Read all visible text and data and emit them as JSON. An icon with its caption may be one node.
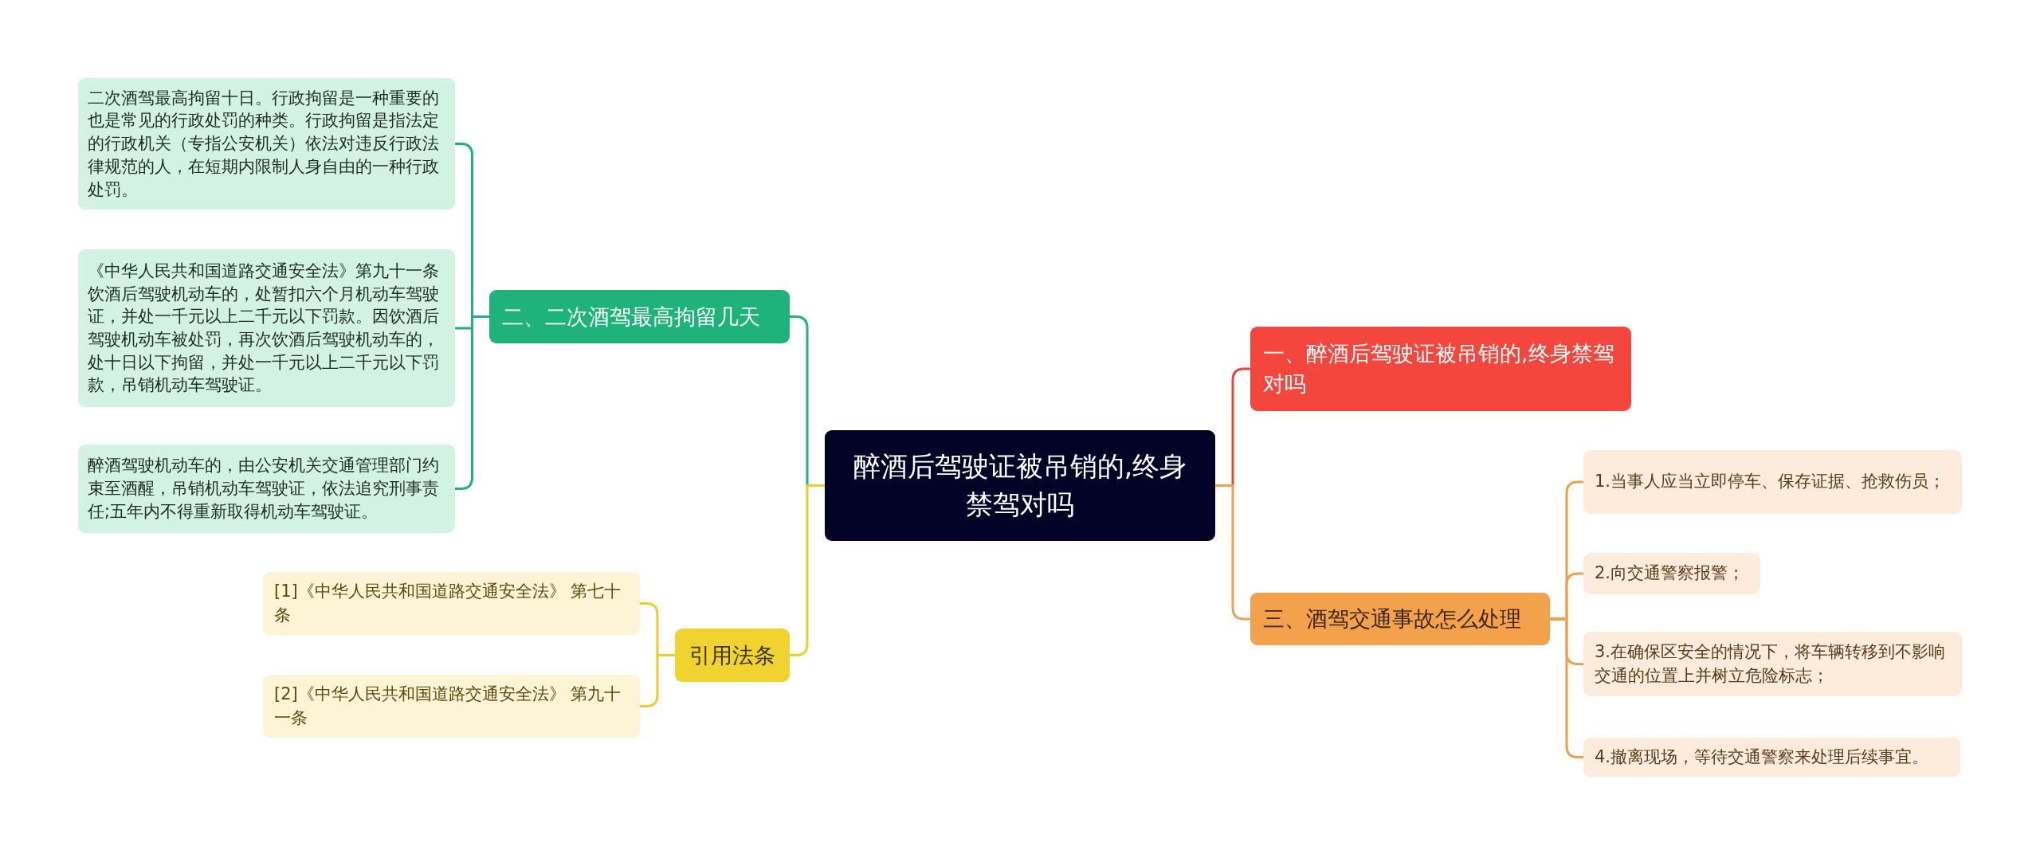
{
  "diagram": {
    "nodes": [
      {
        "text": [
          "醉酒后驾驶证被吊销的,终身禁驾对吗"
        ]
      },
      {
        "text": [
          "一、醉酒后驾驶证被吊销的,终身禁驾对吗"
        ]
      },
      {
        "text": [
          "三、酒驾交通事故怎么处理"
        ]
      },
      {
        "text": [
          "1.当事人应当立即停车、保存证据、抢救伤员；"
        ]
      },
      {
        "text": [
          "2.向交通警察报警；"
        ]
      },
      {
        "text": [
          "3.在确保区安全的情况下，将车辆转移到不影响交通的位置上并树立危险标志；"
        ]
      },
      {
        "text": [
          "4.撤离现场，等待交通警察来处理后续事宜。"
        ]
      },
      {
        "text": [
          "二、二次酒驾最高拘留几天"
        ]
      },
      {
        "text": [
          "二次酒驾最高拘留十日。行政拘留是一种重要的也是常见的行政处罚的种类。行政拘留是指法定的行政机关（专指公安机关）依法对违反行政法律规范的人，在短期内限制人身自由的一种行政处罚。"
        ]
      },
      {
        "text": [
          "《中华人民共和国道路交通安全法》第九十一条饮酒后驾驶机动车的，处暂扣六个月机动车驾驶证，并处一千元以上二千元以下罚款。因饮酒后驾驶机动车被处罚，再次饮酒后驾驶机动车的，处十日以下拘留，并处一千元以上二千元以下罚款，吊销机动车驾驶证。"
        ]
      },
      {
        "text": [
          "醉酒驾驶机动车的，由公安机关交通管理部门约束至酒醒，吊销机动车驾驶证，依法追究刑事责任;五年内不得重新取得机动车驾驶证。"
        ]
      },
      {
        "text": [
          "引用法条"
        ]
      },
      {
        "text": [
          "[1]《中华人民共和国道路交通安全法》 第七十条"
        ]
      },
      {
        "text": [
          "[2]《中华人民共和国道路交通安全法》 第九十一条"
        ]
      }
    ],
    "edges": [
      {
        "from": 0,
        "to": 1,
        "arrow": "none",
        "color": "#e8453c"
      },
      {
        "from": 0,
        "to": 2,
        "arrow": "none"
      },
      {
        "from": 2,
        "to": 3,
        "arrow": "none"
      },
      {
        "from": 2,
        "to": 4,
        "arrow": "none"
      },
      {
        "from": 2,
        "to": 5,
        "arrow": "none"
      },
      {
        "from": 2,
        "to": 6,
        "arrow": "none"
      },
      {
        "from": 0,
        "to": 7,
        "arrow": "none",
        "color": "#1db37a"
      },
      {
        "from": 7,
        "to": 8,
        "arrow": "none",
        "color": "#1db37a"
      },
      {
        "from": 7,
        "to": 9,
        "arrow": "none",
        "color": "#1db37a"
      },
      {
        "from": 7,
        "to": 10,
        "arrow": "none",
        "color": "#1db37a"
      },
      {
        "from": 0,
        "to": 11,
        "arrow": "none",
        "color": "#eccd2c"
      },
      {
        "from": 11,
        "to": 12,
        "arrow": "none",
        "color": "#eccd2c"
      },
      {
        "from": 11,
        "to": 13,
        "arrow": "none",
        "color": "#eccd2c"
      }
    ]
  }
}
